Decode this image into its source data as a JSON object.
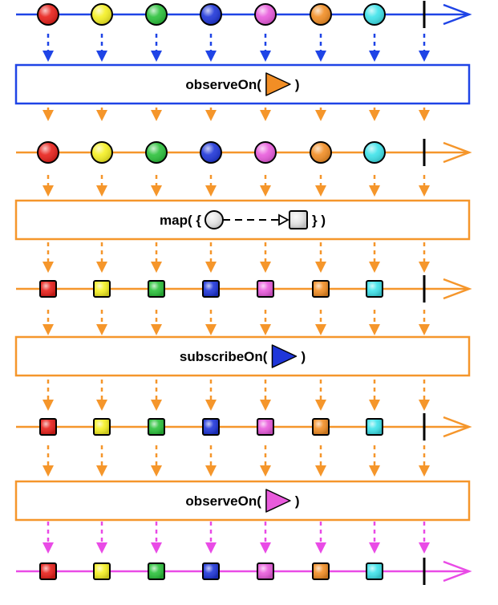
{
  "colors": {
    "red": "#e8201a",
    "yellow": "#f5f023",
    "green": "#2bc13b",
    "blue": "#1f36d9",
    "magenta": "#e95bdc",
    "orange": "#f28e25",
    "cyan": "#3ee3ea",
    "line_blue": "#1f44e6",
    "line_orange": "#f5962b",
    "line_magenta": "#e94be6"
  },
  "marbles": [
    "red",
    "yellow",
    "green",
    "blue",
    "magenta",
    "orange",
    "cyan"
  ],
  "timelines": [
    {
      "line_color": "line_blue",
      "shape": "circle"
    },
    {
      "line_color": "line_orange",
      "shape": "circle"
    },
    {
      "line_color": "line_orange",
      "shape": "square"
    },
    {
      "line_color": "line_orange",
      "shape": "square"
    },
    {
      "line_color": "line_magenta",
      "shape": "square"
    }
  ],
  "operators": [
    {
      "label": "observeOn(",
      "suffix": ")",
      "border": "line_blue",
      "icon": "triangle",
      "icon_color": "orange"
    },
    {
      "label": "map( {",
      "suffix": "} )",
      "border": "line_orange",
      "icon": "circle-to-square"
    },
    {
      "label": "subscribeOn(",
      "suffix": ")",
      "border": "line_orange",
      "icon": "triangle",
      "icon_color": "blue"
    },
    {
      "label": "observeOn(",
      "suffix": ")",
      "border": "line_orange",
      "icon": "triangle",
      "icon_color": "magenta"
    }
  ],
  "arrow_groups": [
    {
      "color": "line_blue"
    },
    {
      "color": "line_orange"
    },
    {
      "color": "line_orange"
    },
    {
      "color": "line_orange"
    },
    {
      "color": "line_orange"
    },
    {
      "color": "line_orange"
    },
    {
      "color": "line_orange"
    },
    {
      "color": "line_magenta"
    }
  ]
}
